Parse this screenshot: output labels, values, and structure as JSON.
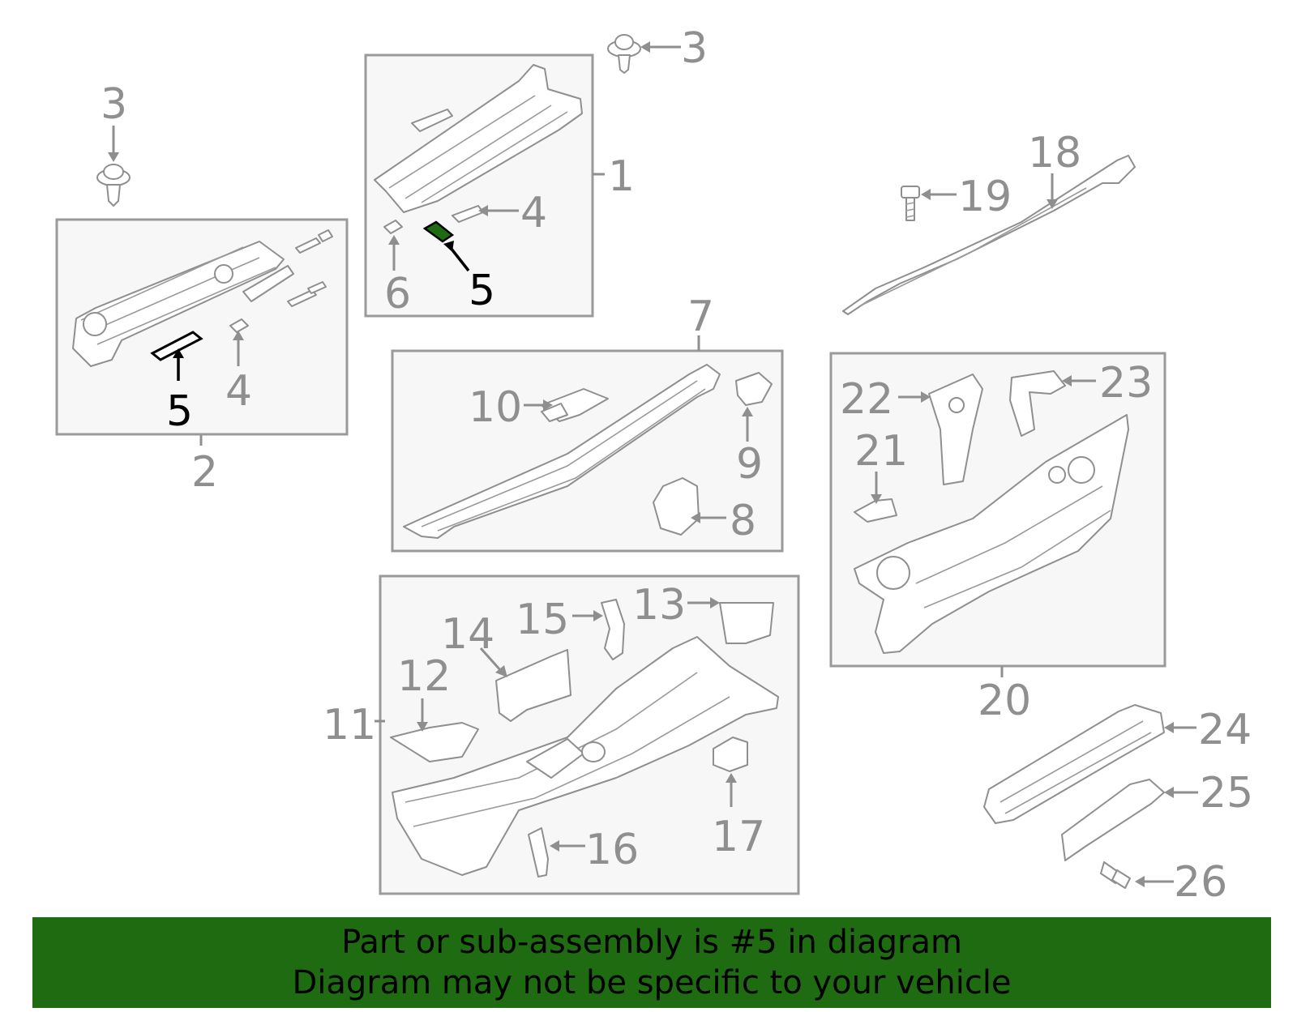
{
  "highlight_color": "#1e6b12",
  "callouts": {
    "c1": "1",
    "c2": "2",
    "c3a": "3",
    "c3b": "3",
    "c4a": "4",
    "c4b": "4",
    "c5a": "5",
    "c5b": "5",
    "c6": "6",
    "c7": "7",
    "c8": "8",
    "c9": "9",
    "c10": "10",
    "c11": "11",
    "c12": "12",
    "c13": "13",
    "c14": "14",
    "c15": "15",
    "c16": "16",
    "c17": "17",
    "c18": "18",
    "c19": "19",
    "c20": "20",
    "c21": "21",
    "c22": "22",
    "c23": "23",
    "c24": "24",
    "c25": "25",
    "c26": "26"
  },
  "banner": {
    "line1": "Part or sub-assembly is #5 in diagram",
    "line2": "Diagram may not be specific to your vehicle"
  }
}
